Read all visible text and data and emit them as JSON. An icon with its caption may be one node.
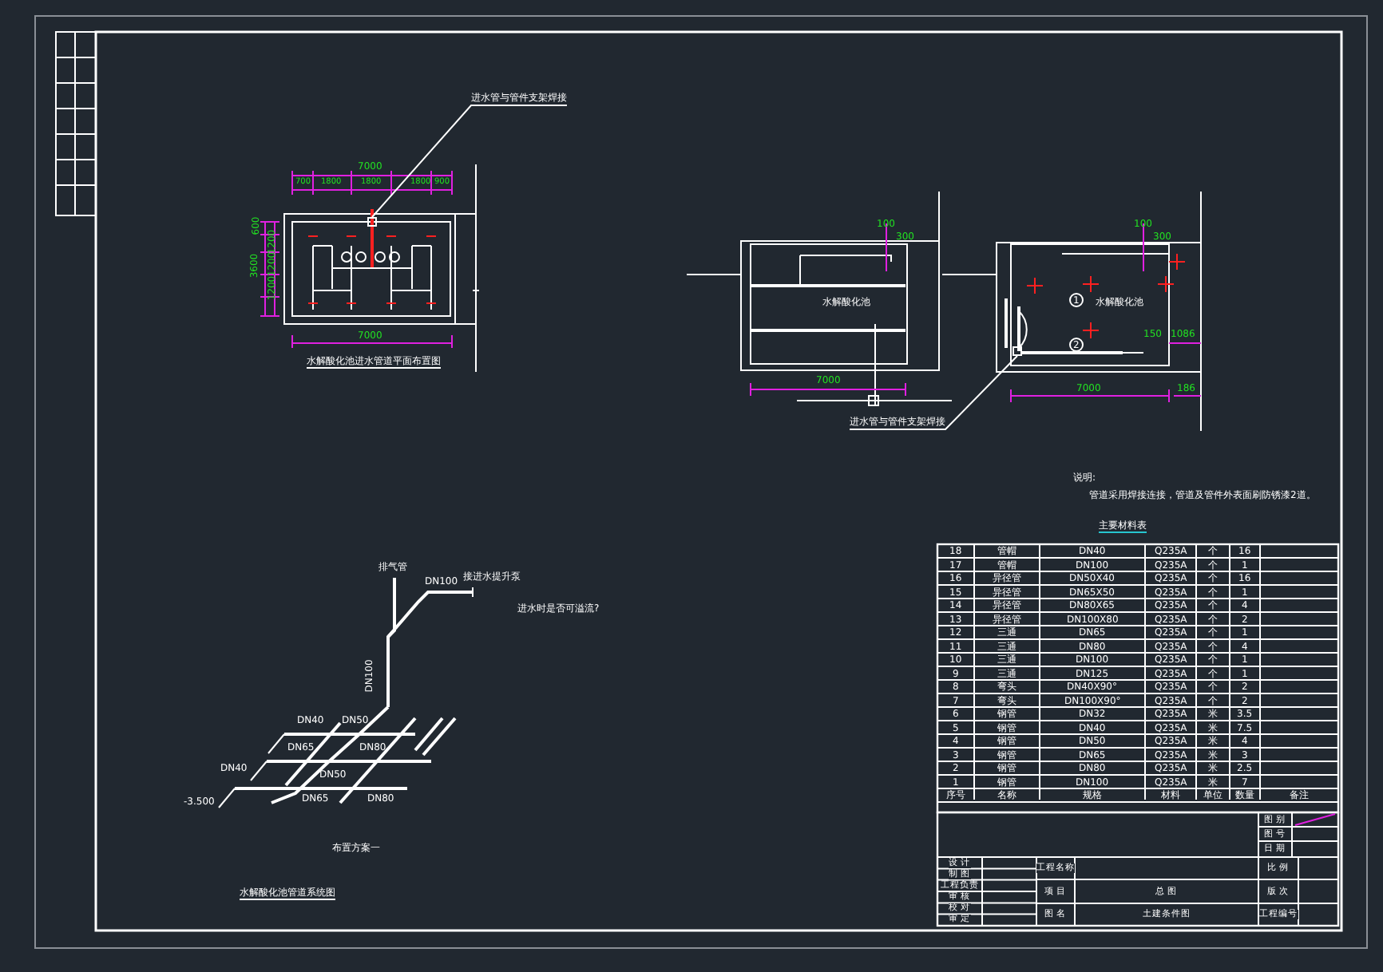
{
  "diagram": {
    "title": "水解酸化池进水管道平面布置图",
    "nodes": [
      {
        "text": [
          "进水管与管件支架焊接"
        ]
      },
      {
        "text": [],
        "shape": "box"
      },
      {
        "text": [
          "进水管与管件支架焊接"
        ]
      },
      {
        "text": [],
        "shape": "box"
      }
    ],
    "edges": [
      {
        "from": 0,
        "to": 1,
        "arrow": "none"
      },
      {
        "from": 2,
        "to": 3,
        "arrow": "none"
      }
    ],
    "labels": [
      "7000",
      "700",
      "1800",
      "1800",
      "1800",
      "900",
      "600",
      "3600",
      "1200",
      "1200",
      "1200",
      "7000",
      "100",
      "300",
      "水解酸化池",
      "7000",
      "100",
      "300",
      "水解酸化池",
      "150",
      "1086",
      "7000",
      "186",
      "1",
      "2",
      "排气管",
      "接进水提升泵",
      "DN100",
      "进水时是否可溢流?",
      "DN100",
      "DN40",
      "DN50",
      "DN65",
      "DN80",
      "DN40",
      "DN50",
      "DN65",
      "DN80",
      "-3.500",
      "布置方案一",
      "水解酸化池管道系统图",
      "说明:",
      "管道采用焊接连接，管道及管件外表面刷防锈漆2道。",
      "主要材料表",
      "18",
      "管帽",
      "DN40",
      "Q235A",
      "个",
      "16",
      "17",
      "管帽",
      "DN100",
      "Q235A",
      "个",
      "1",
      "16",
      "异径管",
      "DN50X40",
      "Q235A",
      "个",
      "16",
      "15",
      "异径管",
      "DN65X50",
      "Q235A",
      "个",
      "1",
      "14",
      "异径管",
      "DN80X65",
      "Q235A",
      "个",
      "4",
      "13",
      "异径管",
      "DN100X80",
      "Q235A",
      "个",
      "2",
      "12",
      "三通",
      "DN65",
      "Q235A",
      "个",
      "1",
      "11",
      "三通",
      "DN80",
      "Q235A",
      "个",
      "4",
      "10",
      "三通",
      "DN100",
      "Q235A",
      "个",
      "1",
      "9",
      "三通",
      "DN125",
      "Q235A",
      "个",
      "1",
      "8",
      "弯头",
      "DN40X90°",
      "Q235A",
      "个",
      "2",
      "7",
      "弯头",
      "DN100X90°",
      "Q235A",
      "个",
      "2",
      "6",
      "钢管",
      "DN32",
      "Q235A",
      "米",
      "3.5",
      "5",
      "钢管",
      "DN40",
      "Q235A",
      "米",
      "7.5",
      "4",
      "钢管",
      "DN50",
      "Q235A",
      "米",
      "4",
      "3",
      "钢管",
      "DN65",
      "Q235A",
      "米",
      "3",
      "2",
      "钢管",
      "DN80",
      "Q235A",
      "米",
      "2.5",
      "1",
      "钢管",
      "DN100",
      "Q235A",
      "米",
      "7",
      "序号",
      "名称",
      "规格",
      "材料",
      "单位",
      "数量",
      "备注",
      "图 别",
      "图 号",
      "日 期",
      "设 计",
      "制 图",
      "工程负责",
      "审 核",
      "校 对",
      "审 定",
      "工程名称",
      "项 目",
      "总 图",
      "图 名",
      "土建条件图",
      "比 例",
      "版 次",
      "工程编号"
    ]
  }
}
